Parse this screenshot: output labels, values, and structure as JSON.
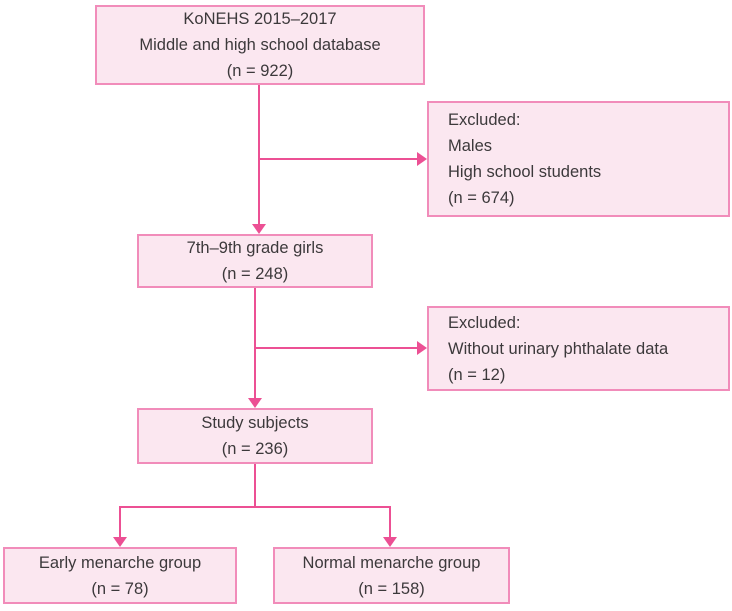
{
  "diagram": {
    "type": "flowchart",
    "colors": {
      "box_fill": "#fbe7f0",
      "box_border": "#f18cba",
      "connector": "#ec5094",
      "text": "#3c393b"
    },
    "nodes": [
      {
        "id": "konehs-database",
        "lines": [
          "KoNEHS 2015–2017",
          "Middle and high school database",
          "(n = 922)"
        ]
      },
      {
        "id": "excluded-males-high-school",
        "lines": [
          "Excluded:",
          "Males",
          "High school students",
          "(n = 674)"
        ]
      },
      {
        "id": "grade-girls",
        "lines": [
          "7th–9th grade girls",
          "(n = 248)"
        ]
      },
      {
        "id": "excluded-without-phthalate",
        "lines": [
          "Excluded:",
          "Without urinary phthalate data",
          "(n = 12)"
        ]
      },
      {
        "id": "study-subjects",
        "lines": [
          "Study subjects",
          "(n = 236)"
        ]
      },
      {
        "id": "early-menarche-group",
        "lines": [
          "Early menarche group",
          "(n = 78)"
        ]
      },
      {
        "id": "normal-menarche-group",
        "lines": [
          "Normal menarche group",
          "(n = 158)"
        ]
      }
    ],
    "edges": [
      {
        "from": "konehs-database",
        "to": "excluded-males-high-school"
      },
      {
        "from": "konehs-database",
        "to": "grade-girls"
      },
      {
        "from": "grade-girls",
        "to": "excluded-without-phthalate"
      },
      {
        "from": "grade-girls",
        "to": "study-subjects"
      },
      {
        "from": "study-subjects",
        "to": "early-menarche-group"
      },
      {
        "from": "study-subjects",
        "to": "normal-menarche-group"
      }
    ]
  }
}
